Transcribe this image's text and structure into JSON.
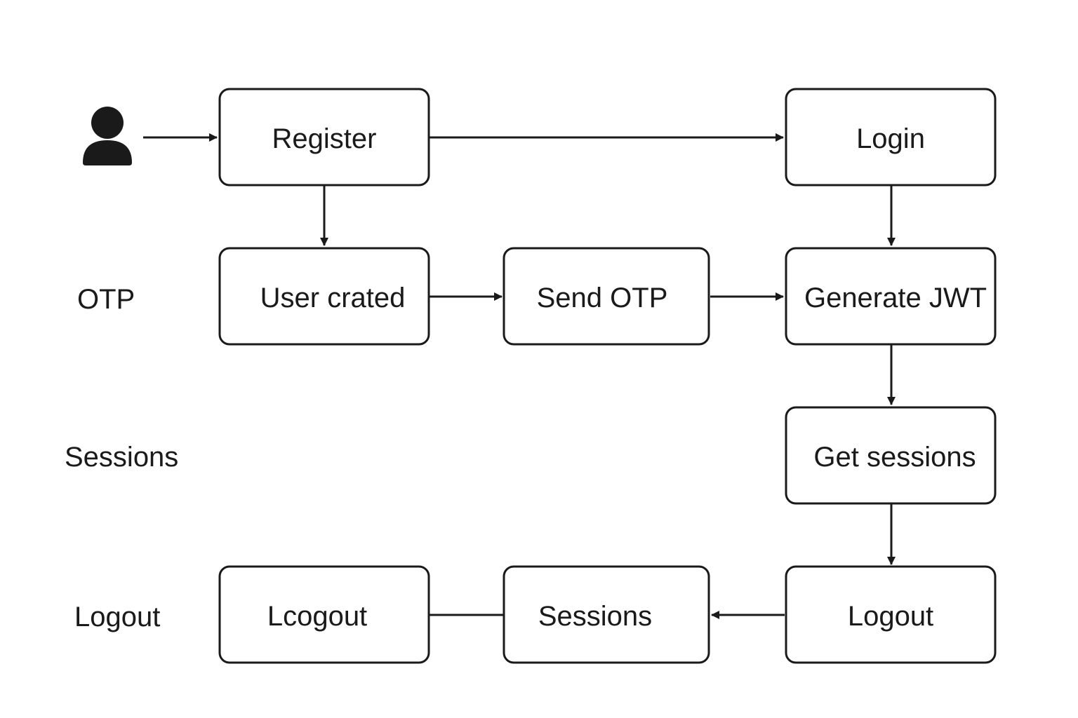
{
  "row_labels": {
    "otp": "OTP",
    "sessions": "Sessions",
    "logout": "Logout"
  },
  "nodes": {
    "register": "Register",
    "login": "Login",
    "user_created": "User crated",
    "send_otp": "Send OTP",
    "generate_jwt": "Generate JWT",
    "get_sessions": "Get sessions",
    "logout_left": "Lcogout",
    "sessions_mid": "Sessions",
    "logout_right": "Logout"
  },
  "edges": [
    {
      "from": "user",
      "to": "register",
      "arrow": true
    },
    {
      "from": "register",
      "to": "login",
      "arrow": true
    },
    {
      "from": "register",
      "to": "user_created",
      "arrow": true
    },
    {
      "from": "login",
      "to": "generate_jwt",
      "arrow": true
    },
    {
      "from": "user_created",
      "to": "send_otp",
      "arrow": true
    },
    {
      "from": "send_otp",
      "to": "generate_jwt",
      "arrow": true
    },
    {
      "from": "generate_jwt",
      "to": "get_sessions",
      "arrow": true
    },
    {
      "from": "get_sessions",
      "to": "logout_right",
      "arrow": true
    },
    {
      "from": "logout_right",
      "to": "sessions_mid",
      "arrow": true
    },
    {
      "from": "sessions_mid",
      "to": "logout_left",
      "arrow": false
    }
  ],
  "icons": {
    "user": "user-icon"
  },
  "colors": {
    "stroke": "#1a1a1a",
    "background": "#ffffff"
  }
}
